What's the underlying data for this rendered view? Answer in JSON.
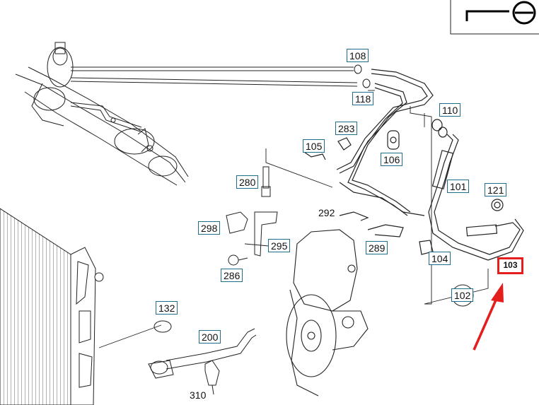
{
  "callouts": [
    {
      "id": "108",
      "text": "108"
    },
    {
      "id": "118",
      "text": "118"
    },
    {
      "id": "110",
      "text": "110"
    },
    {
      "id": "283",
      "text": "283"
    },
    {
      "id": "105",
      "text": "105"
    },
    {
      "id": "106",
      "text": "106"
    },
    {
      "id": "101",
      "text": "101"
    },
    {
      "id": "121",
      "text": "121"
    },
    {
      "id": "280",
      "text": "280"
    },
    {
      "id": "298",
      "text": "298"
    },
    {
      "id": "295",
      "text": "295"
    },
    {
      "id": "286",
      "text": "286"
    },
    {
      "id": "289",
      "text": "289"
    },
    {
      "id": "104",
      "text": "104"
    },
    {
      "id": "102",
      "text": "102"
    },
    {
      "id": "132",
      "text": "132"
    },
    {
      "id": "200",
      "text": "200"
    }
  ],
  "plain_labels": [
    {
      "id": "292",
      "text": "292"
    },
    {
      "id": "310",
      "text": "310"
    }
  ],
  "highlighted_callout": {
    "id": "103",
    "text": "103"
  },
  "colors": {
    "callout_border": "#1d6e8c",
    "highlight": "#e41d1d",
    "line": "#111111"
  }
}
